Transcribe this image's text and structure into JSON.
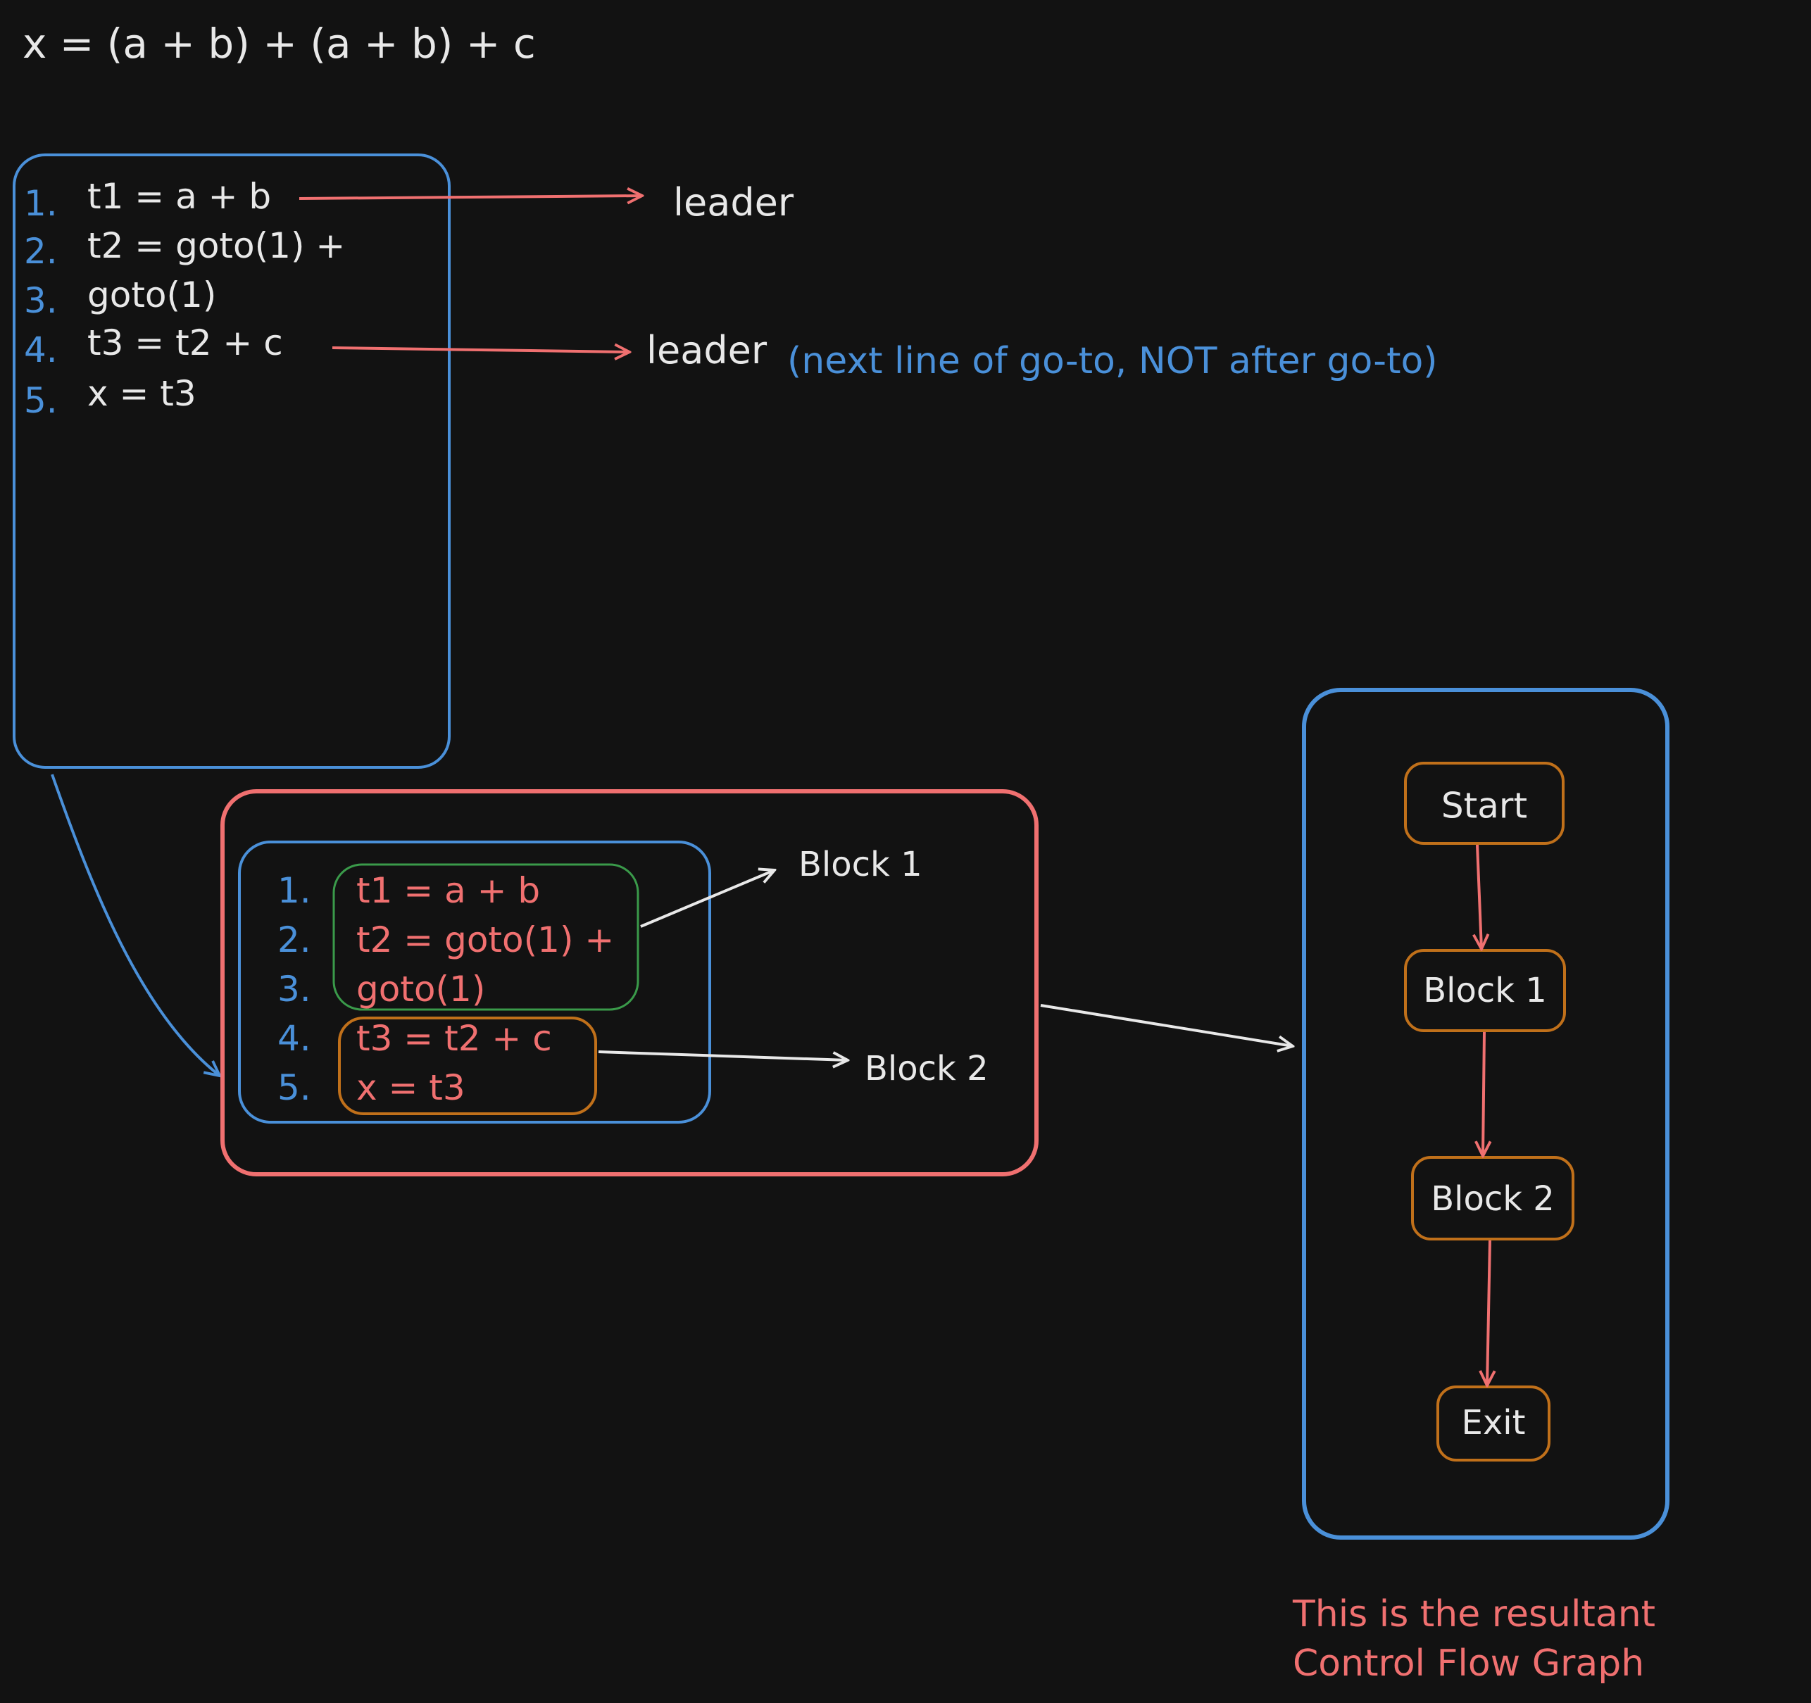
{
  "equation": "x = (a + b) + (a + b) + c",
  "code_listing": {
    "lines": [
      {
        "num": "1.",
        "code": "t1 = a + b"
      },
      {
        "num": "2.",
        "code": "t2 = goto(1) +"
      },
      {
        "num": "3.",
        "code": "goto(1)"
      },
      {
        "num": "4.",
        "code": "t3 = t2 + c"
      },
      {
        "num": "5.",
        "code": "x = t3"
      }
    ]
  },
  "annotations": {
    "leader_1": "leader",
    "leader_2": "leader",
    "leader_note": "(next line of go-to, NOT after go-to)"
  },
  "blocks_view": {
    "block1_label": "Block 1",
    "block2_label": "Block 2"
  },
  "cfg": {
    "nodes": [
      "Start",
      "Block 1",
      "Block 2",
      "Exit"
    ],
    "caption_line1": "This is the resultant",
    "caption_line2": "Control Flow Graph"
  },
  "colors": {
    "background": "#121212",
    "blue": "#4a90d9",
    "red": "#f07070",
    "green": "#3a9a4a",
    "orange": "#c0701a",
    "white": "#e8e8e8"
  }
}
